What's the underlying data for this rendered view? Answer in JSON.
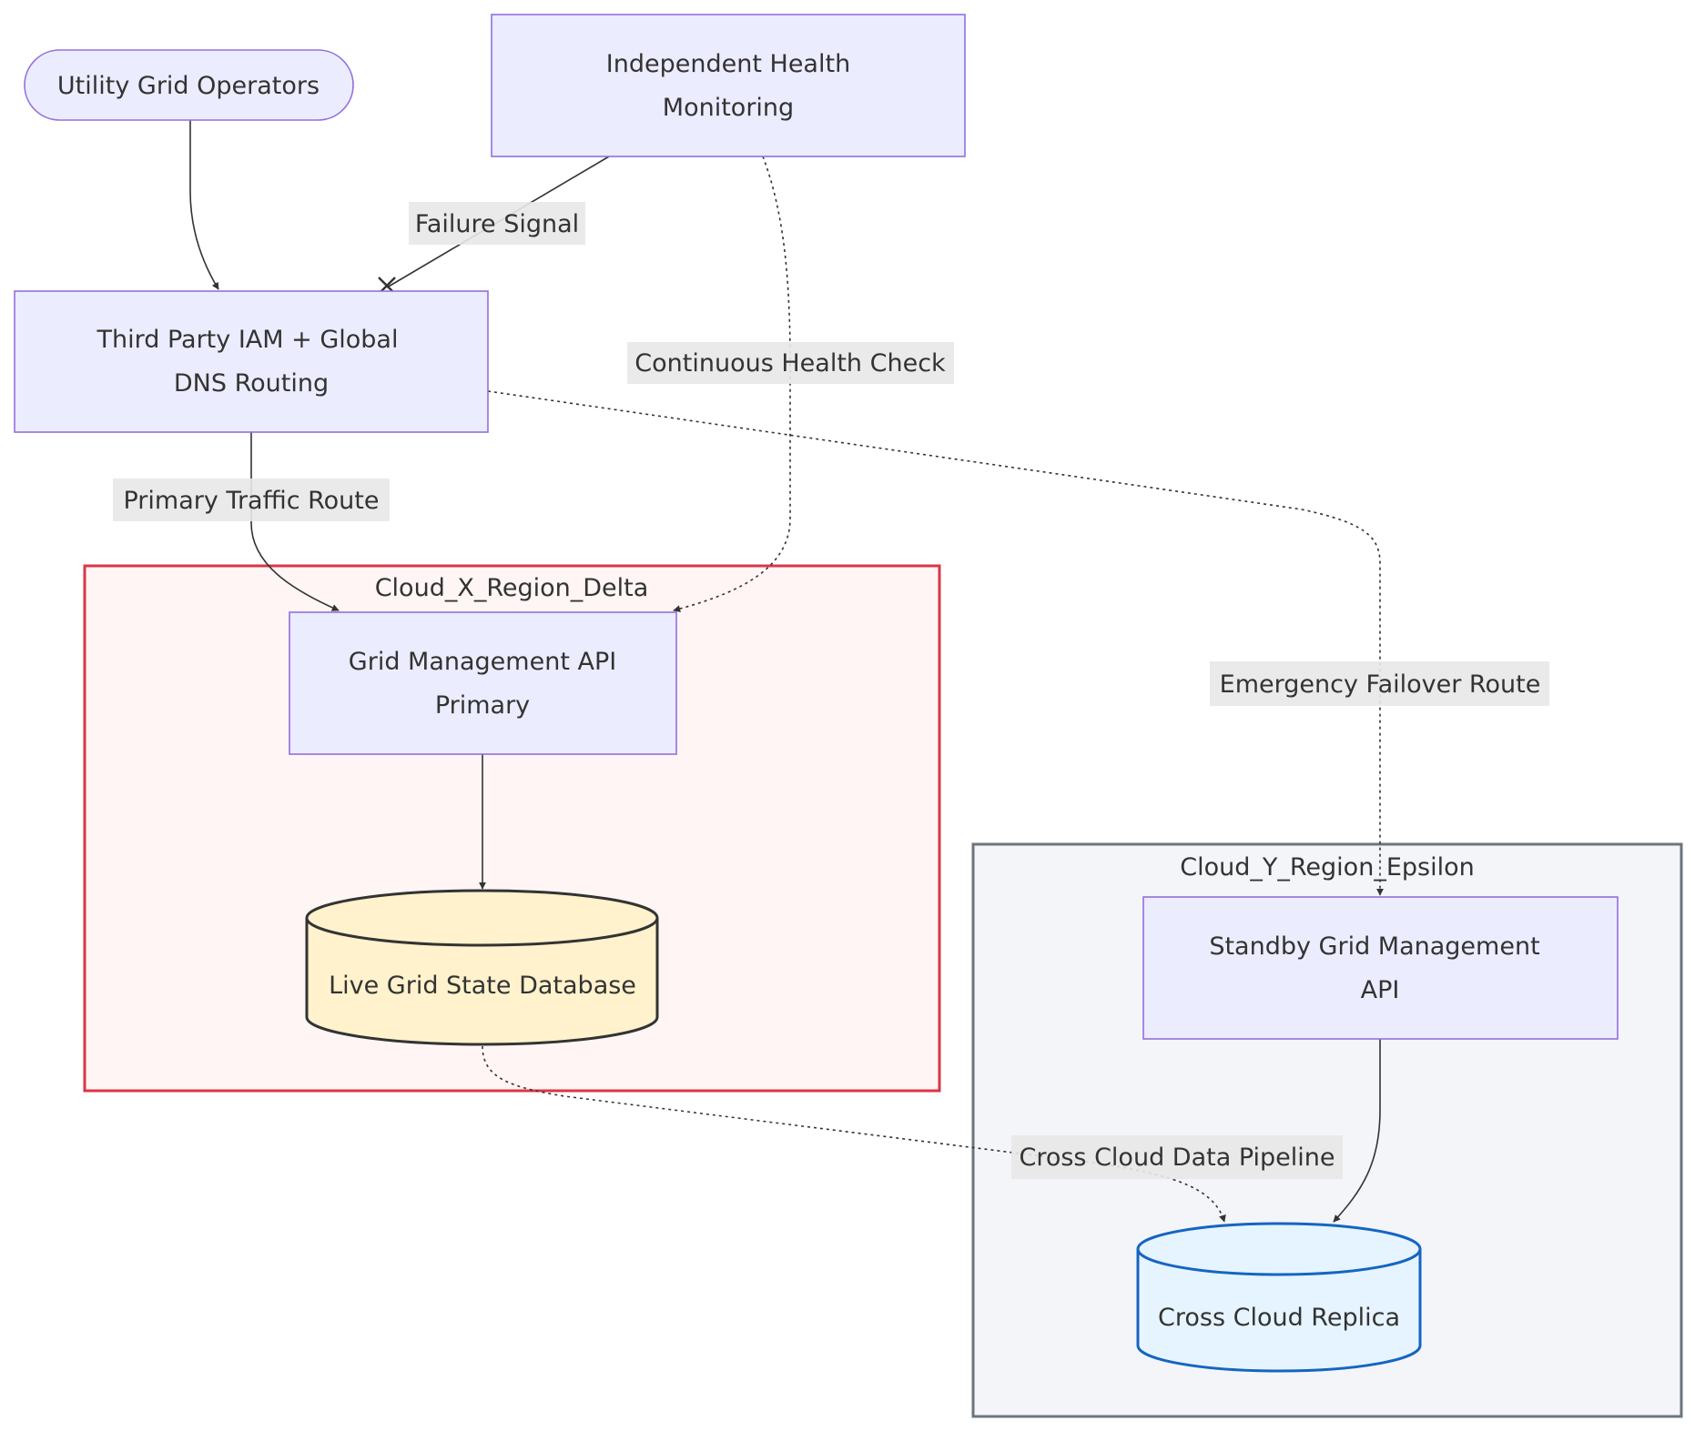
{
  "diagram": {
    "type": "flowchart",
    "direction": "top-down",
    "colors": {
      "node_fill": "#ececff",
      "node_stroke": "#9370db",
      "edge": "#333333",
      "edge_label_bg": "#e8e8e8",
      "cluster_x_fill": "#fff5f5",
      "cluster_x_stroke": "#dc3545",
      "cluster_y_fill": "#f4f5f9",
      "cluster_y_stroke": "#6c757d",
      "db_primary_fill": "#fff2cc",
      "db_primary_stroke": "#333333",
      "db_replica_fill": "#e6f4ff",
      "db_replica_stroke": "#1565c0"
    },
    "clusters": [
      {
        "id": "cloud_x",
        "title": "Cloud_X_Region_Delta"
      },
      {
        "id": "cloud_y",
        "title": "Cloud_Y_Region_Epsilon"
      }
    ],
    "nodes": {
      "operators": {
        "shape": "stadium",
        "lines": [
          "Utility Grid Operators"
        ]
      },
      "health": {
        "shape": "rect",
        "lines": [
          "Independent Health",
          "Monitoring"
        ]
      },
      "iam": {
        "shape": "rect",
        "lines": [
          "Third Party IAM + Global",
          "DNS Routing"
        ]
      },
      "api_primary": {
        "shape": "rect",
        "cluster": "cloud_x",
        "lines": [
          "Grid Management API",
          "Primary"
        ]
      },
      "db_primary": {
        "shape": "cylinder",
        "cluster": "cloud_x",
        "lines": [
          "Live Grid State Database"
        ]
      },
      "api_standby": {
        "shape": "rect",
        "cluster": "cloud_y",
        "lines": [
          "Standby Grid Management",
          "API"
        ]
      },
      "db_replica": {
        "shape": "cylinder",
        "cluster": "cloud_y",
        "lines": [
          "Cross Cloud Replica"
        ]
      }
    },
    "edges": [
      {
        "from": "operators",
        "to": "iam",
        "style": "solid",
        "head": "arrow",
        "label": ""
      },
      {
        "from": "health",
        "to": "iam",
        "style": "solid",
        "head": "cross",
        "label": "Failure Signal"
      },
      {
        "from": "health",
        "to": "api_primary",
        "style": "dotted",
        "head": "arrow",
        "label": "Continuous Health Check"
      },
      {
        "from": "iam",
        "to": "api_primary",
        "style": "solid",
        "head": "arrow",
        "label": "Primary Traffic Route"
      },
      {
        "from": "iam",
        "to": "api_standby",
        "style": "dotted",
        "head": "arrow",
        "label": "Emergency Failover Route"
      },
      {
        "from": "api_primary",
        "to": "db_primary",
        "style": "solid",
        "head": "arrow",
        "label": ""
      },
      {
        "from": "db_primary",
        "to": "db_replica",
        "style": "dotted",
        "head": "arrow",
        "label": "Cross Cloud Data Pipeline"
      },
      {
        "from": "api_standby",
        "to": "db_replica",
        "style": "solid",
        "head": "arrow",
        "label": ""
      }
    ]
  }
}
